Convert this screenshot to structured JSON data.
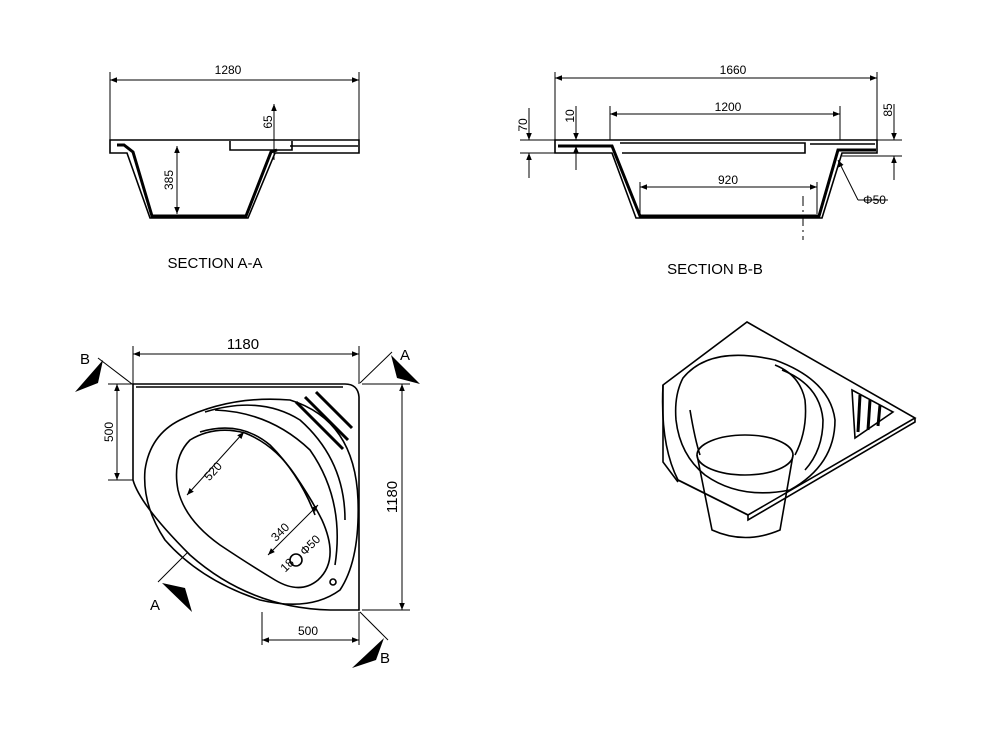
{
  "section_a": {
    "title": "SECTION A-A",
    "dim_width": "1280",
    "dim_rim": "65",
    "dim_depth": "385"
  },
  "section_b": {
    "title": "SECTION B-B",
    "dim_width": "1660",
    "dim_inner": "1200",
    "dim_bottom": "920",
    "dim_edge": "70",
    "dim_rim": "10",
    "dim_right": "85",
    "dim_drain": "Φ50"
  },
  "plan": {
    "dim_top": "1180",
    "dim_right": "1180",
    "dim_left": "500",
    "dim_bottom": "500",
    "dim_basin": "520",
    "dim_seat": "340",
    "dim_drain": "Φ50",
    "dim_small": "18",
    "label_a": "A",
    "label_b": "B"
  }
}
